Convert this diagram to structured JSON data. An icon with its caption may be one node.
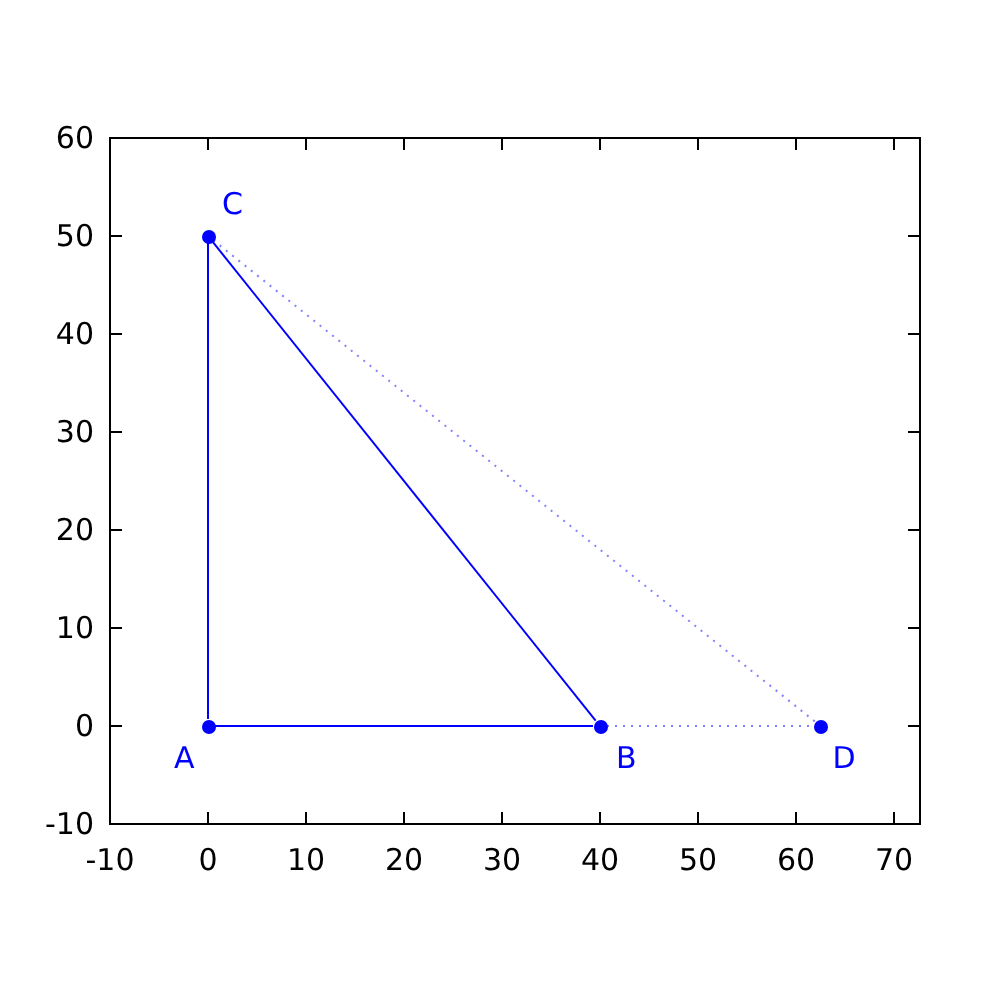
{
  "diagram": {
    "nodes": [
      {
        "text": [
          "A"
        ]
      },
      {
        "text": [
          "B"
        ]
      },
      {
        "text": [
          "C"
        ]
      },
      {
        "text": [
          "D"
        ]
      }
    ],
    "edges": [
      {
        "from": 0,
        "to": 1,
        "arrow": "none"
      },
      {
        "from": 0,
        "to": 2,
        "arrow": "none"
      },
      {
        "from": 2,
        "to": 1,
        "arrow": "none"
      },
      {
        "from": 2,
        "to": 3,
        "arrow": "none",
        "style": "dashed",
        "color": "#8080ff"
      },
      {
        "from": 1,
        "to": 3,
        "arrow": "none",
        "style": "dashed",
        "color": "#8080ff"
      }
    ],
    "labels": [
      "60",
      "50",
      "40",
      "30",
      "20",
      "10",
      "0",
      "-10",
      "-10",
      "0",
      "10",
      "20",
      "30",
      "40",
      "50",
      "60",
      "70"
    ]
  }
}
